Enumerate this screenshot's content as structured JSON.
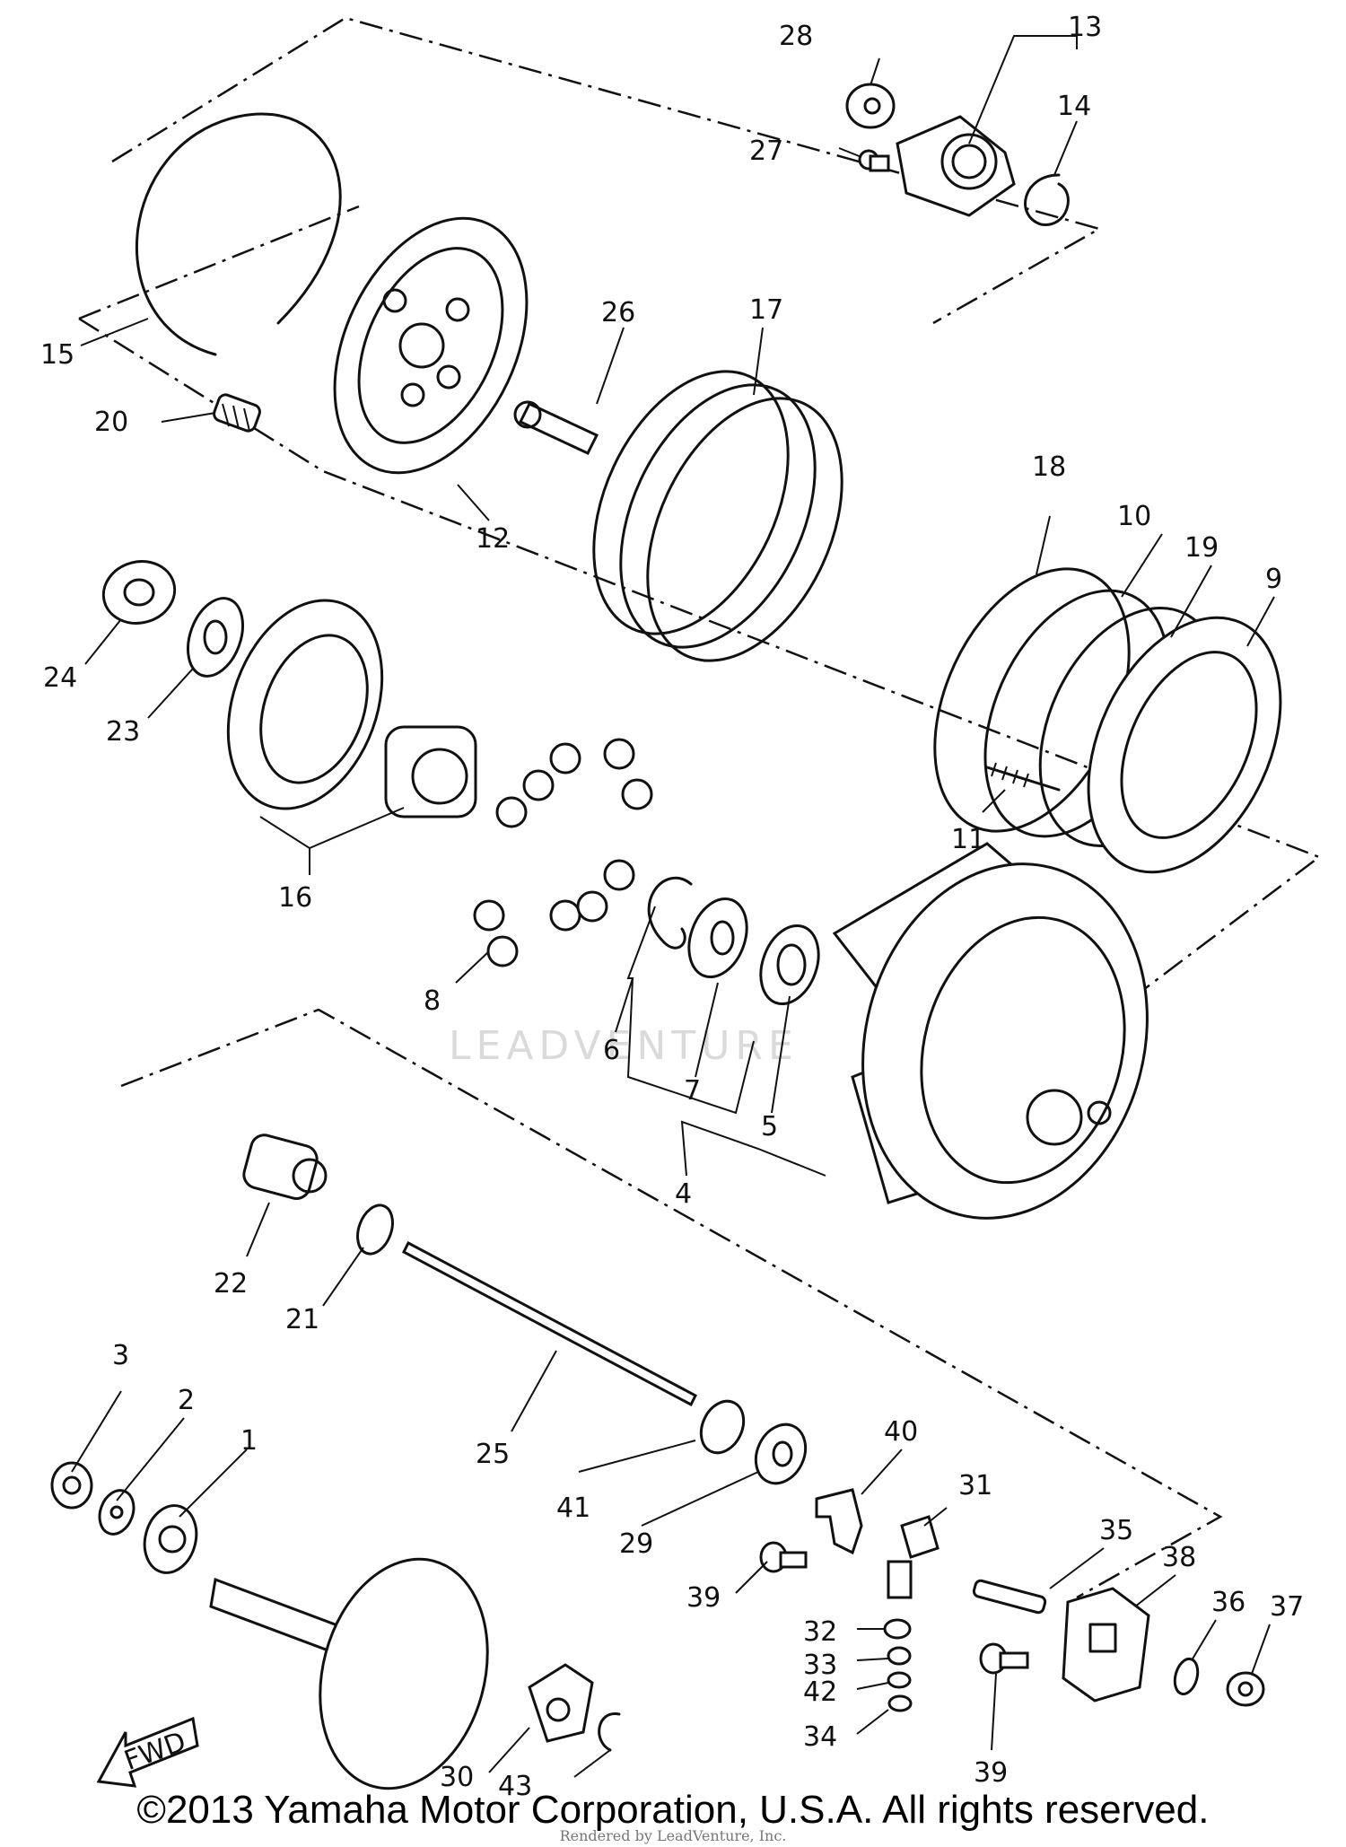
{
  "callouts": [
    "1",
    "2",
    "3",
    "4",
    "5",
    "6",
    "7",
    "8",
    "9",
    "10",
    "11",
    "12",
    "13",
    "14",
    "15",
    "16",
    "17",
    "18",
    "19",
    "20",
    "21",
    "22",
    "23",
    "24",
    "25",
    "26",
    "27",
    "28",
    "29",
    "30",
    "31",
    "32",
    "33",
    "34",
    "35",
    "36",
    "37",
    "38",
    "39",
    "39",
    "40",
    "41",
    "42",
    "43"
  ],
  "fwd_label": "FWD",
  "watermark": "LEADVENTURE",
  "copyright": "©2013 Yamaha Motor Corporation, U.S.A. All rights reserved.",
  "rendered_by": "Rendered by LeadVenture, Inc."
}
